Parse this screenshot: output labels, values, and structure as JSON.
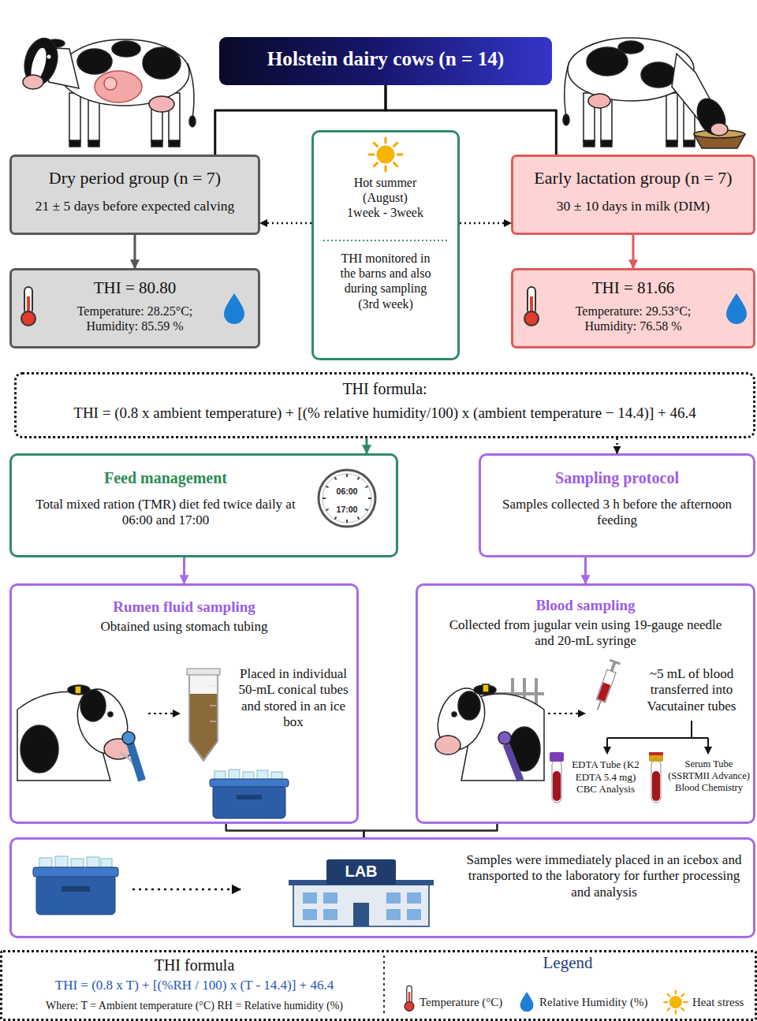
{
  "diagram": {
    "nodes": [
      {
        "text": [
          "Holstein dairy cows (n = 14)"
        ]
      },
      {
        "text": [
          "Dry period group (n = 7)",
          "21 ± 5 days before expected calving"
        ]
      },
      {
        "text": [
          "Hot summer (August) 1week - 3week",
          "THI monitored in the barns and also during sampling (3rd week)"
        ]
      },
      {
        "text": [
          "Early lactation group (n = 7)",
          "30 ± 10 days in milk (DIM)"
        ]
      },
      {
        "text": [
          "THI = 80.80",
          "Temperature: 28.25°C; Humidity: 85.59 %"
        ]
      },
      {
        "text": [
          "THI = 81.66",
          "Temperature: 29.53°C; Humidity: 76.58 %"
        ]
      },
      {
        "text": [
          "THI formula:",
          "THI = (0.8 x ambient temperature) + [(% relative humidity/100) x (ambient temperature − 14.4)] + 46.4"
        ]
      },
      {
        "text": [
          "Feed management",
          "Total mixed ration (TMR) diet fed twice daily at 06:00 and 17:00"
        ]
      },
      {
        "text": [
          "Sampling protocol",
          "Samples collected 3 h before the afternoon feeding"
        ]
      },
      {
        "text": [
          "Rumen fluid sampling",
          "Obtained using stomach tubing",
          "Placed in individual 50-mL conical tubes and stored in an ice box"
        ]
      },
      {
        "text": [
          "Blood sampling",
          "Collected from jugular vein using 19-gauge needle and 20-mL syringe",
          "~5 mL of blood transferred into Vacutainer tubes",
          "EDTA Tube (K2 EDTA 5.4 mg) CBC Analysis",
          "Serum Tube (SSRTMII Advance) Blood Chemistry"
        ]
      },
      {
        "text": [
          "Samples were immediately placed in an icebox and transported to the laboratory for further processing and analysis"
        ]
      },
      {
        "text": [
          "THI formula",
          "THI = (0.8 x T) + [(%RH / 100) x (T - 14.4)] + 46.4",
          "Where: T = Ambient temperature (°C) RH = Relative humidity (%)"
        ]
      }
    ],
    "edges": [
      {
        "from": 0,
        "to": 1,
        "arrow": "none"
      },
      {
        "from": 0,
        "to": 3,
        "arrow": "none"
      },
      {
        "from": 2,
        "to": 1,
        "arrow": "to"
      },
      {
        "from": 2,
        "to": 3,
        "arrow": "to"
      },
      {
        "from": 1,
        "to": 4,
        "arrow": "to"
      },
      {
        "from": 3,
        "to": 5,
        "arrow": "to"
      },
      {
        "from": 6,
        "to": 7,
        "arrow": "to"
      },
      {
        "from": 6,
        "to": 8,
        "arrow": "to"
      },
      {
        "from": 7,
        "to": 9,
        "arrow": "to"
      },
      {
        "from": 8,
        "to": 10,
        "arrow": "to"
      },
      {
        "from": 9,
        "to": 11,
        "arrow": "none"
      },
      {
        "from": 10,
        "to": 11,
        "arrow": "none"
      }
    ],
    "labels": [
      "06:00",
      "17:00",
      "LAB",
      "Legend"
    ],
    "legend": [
      {
        "text": "Temperature (°C)"
      },
      {
        "text": "Relative Humidity (%)"
      },
      {
        "text": "Heat stress"
      }
    ]
  }
}
